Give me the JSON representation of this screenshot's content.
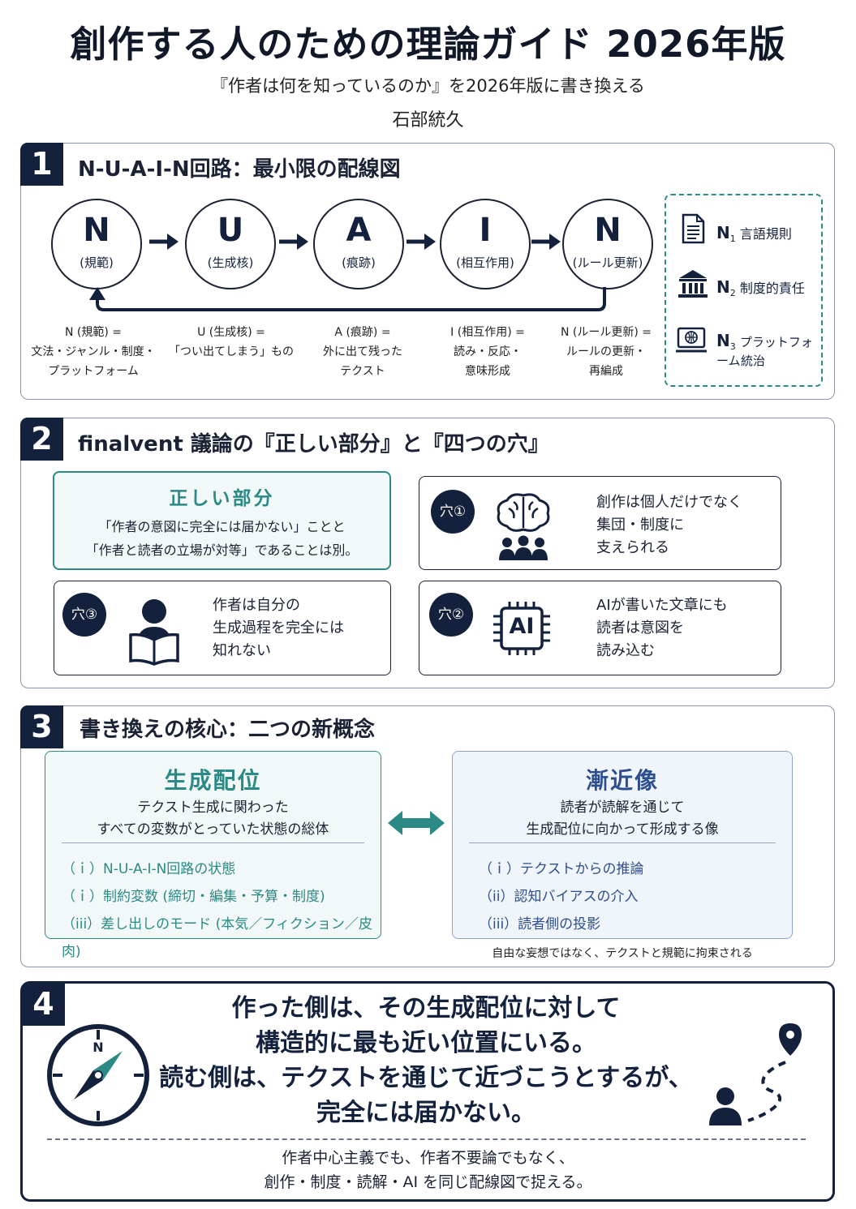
{
  "header": {
    "title": "創作する人のための理論ガイド 2026年版",
    "subtitle": "『作者は何を知っているのか』を2026年版に書き換える",
    "author": "石部統久"
  },
  "section1": {
    "number": "1",
    "title": "N-U-A-I-N回路：最小限の配線図",
    "nodes": [
      {
        "letter": "N",
        "sub": "(規範)"
      },
      {
        "letter": "U",
        "sub": "(生成核)"
      },
      {
        "letter": "A",
        "sub": "(痕跡)"
      },
      {
        "letter": "I",
        "sub": "(相互作用)"
      },
      {
        "letter": "N",
        "sub": "(ルール更新)"
      }
    ],
    "descriptions": [
      {
        "l1": "N (規範) =",
        "l2": "文法・ジャンル・制度・",
        "l3": "プラットフォーム"
      },
      {
        "l1": "U (生成核) =",
        "l2": "「つい出てしまう」もの",
        "l3": ""
      },
      {
        "l1": "A (痕跡) =",
        "l2": "外に出て残った",
        "l3": "テクスト"
      },
      {
        "l1": "I (相互作用) =",
        "l2": "読み・反応・",
        "l3": "意味形成"
      },
      {
        "l1": "N (ルール更新) =",
        "l2": "ルールの更新・",
        "l3": "再編成"
      }
    ],
    "legend": [
      {
        "icon": "document-icon",
        "n": "N",
        "sub": "1",
        "label": "言語規則",
        "label2": ""
      },
      {
        "icon": "institution-icon",
        "n": "N",
        "sub": "2",
        "label": "制度的責任",
        "label2": ""
      },
      {
        "icon": "platform-icon",
        "n": "N",
        "sub": "3",
        "label": "プラットフォーム",
        "label2": "統治"
      }
    ]
  },
  "section2": {
    "number": "2",
    "title": "finalvent 議論の『正しい部分』と『四つの穴』",
    "correct": {
      "title": "正しい部分",
      "l1": "「作者の意図に完全には届かない」ことと",
      "l2": "「作者と読者の立場が対等」であることは別。"
    },
    "holes": [
      {
        "badge": "穴①",
        "icon": "brain-group-icon",
        "l1": "創作は個人だけでなく",
        "l2": "集団・制度に",
        "l3": "支えられる"
      },
      {
        "badge": "穴②",
        "icon": "ai-chip-icon",
        "chip": "AI",
        "l1": "AIが書いた文章にも",
        "l2": "読者は意図を",
        "l3": "読み込む"
      },
      {
        "badge": "穴③",
        "icon": "reader-icon",
        "l1": "作者は自分の",
        "l2": "生成過程を完全には",
        "l3": "知れない"
      }
    ]
  },
  "section3": {
    "number": "3",
    "title": "書き換えの核心：二つの新概念",
    "left": {
      "title": "生成配位",
      "d1": "テクスト生成に関わった",
      "d2": "すべての変数がとっていた状態の総体",
      "items": [
        "（ｉ）N-U-A-I-N回路の状態",
        "（ｉ）制約変数 (締切・編集・予算・制度)",
        "（iii）差し出しのモード (本気／フィクション／皮肉)"
      ]
    },
    "right": {
      "title": "漸近像",
      "d1": "読者が読解を通じて",
      "d2": "生成配位に向かって形成する像",
      "items": [
        "（ｉ）テクストからの推論",
        "（ii）認知バイアスの介入",
        "（iii）読者側の投影"
      ]
    },
    "note": "自由な妄想ではなく、テクストと規範に拘束される",
    "colors": {
      "teal": "#2b8a85",
      "blue": "#2d4f8f"
    }
  },
  "section4": {
    "number": "4",
    "main": [
      "作った側は、その生成配位に対して",
      "構造的に最も近い位置にいる。",
      "読む側は、テクストを通じて近づこうとするが、",
      "完全には届かない。"
    ],
    "compass_n": "N",
    "footer": [
      "作者中心主義でも、作者不要論でもなく、",
      "創作・制度・読解・AI を同じ配線図で捉える。"
    ]
  }
}
